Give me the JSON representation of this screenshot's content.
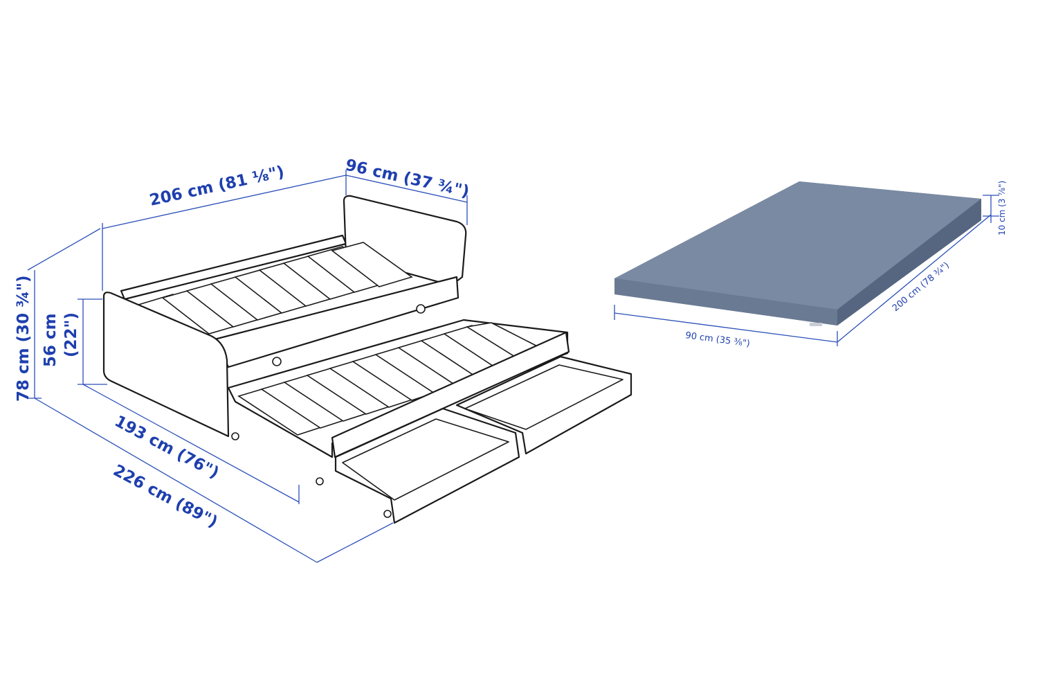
{
  "bed_dimensions": {
    "length_top": "206 cm (81 ⅛\")",
    "width_top": "96 cm (37 ¾\")",
    "height_total": "78 cm (30 ¾\")",
    "height_side": "56 cm",
    "height_side_in": "(22\")",
    "length_frame": "193 cm (76\")",
    "length_extended": "226 cm (89\")"
  },
  "mattress_dimensions": {
    "width": "90 cm (35 ⅜\")",
    "length": "200 cm (78 ¾\")",
    "thickness": "10 cm (3 ⅞\")"
  },
  "colors": {
    "dimension_blue": "#1e3fae",
    "mattress_top": "#7a8aa3",
    "mattress_side": "#5d6d86",
    "line_art": "#1a1a1a"
  }
}
